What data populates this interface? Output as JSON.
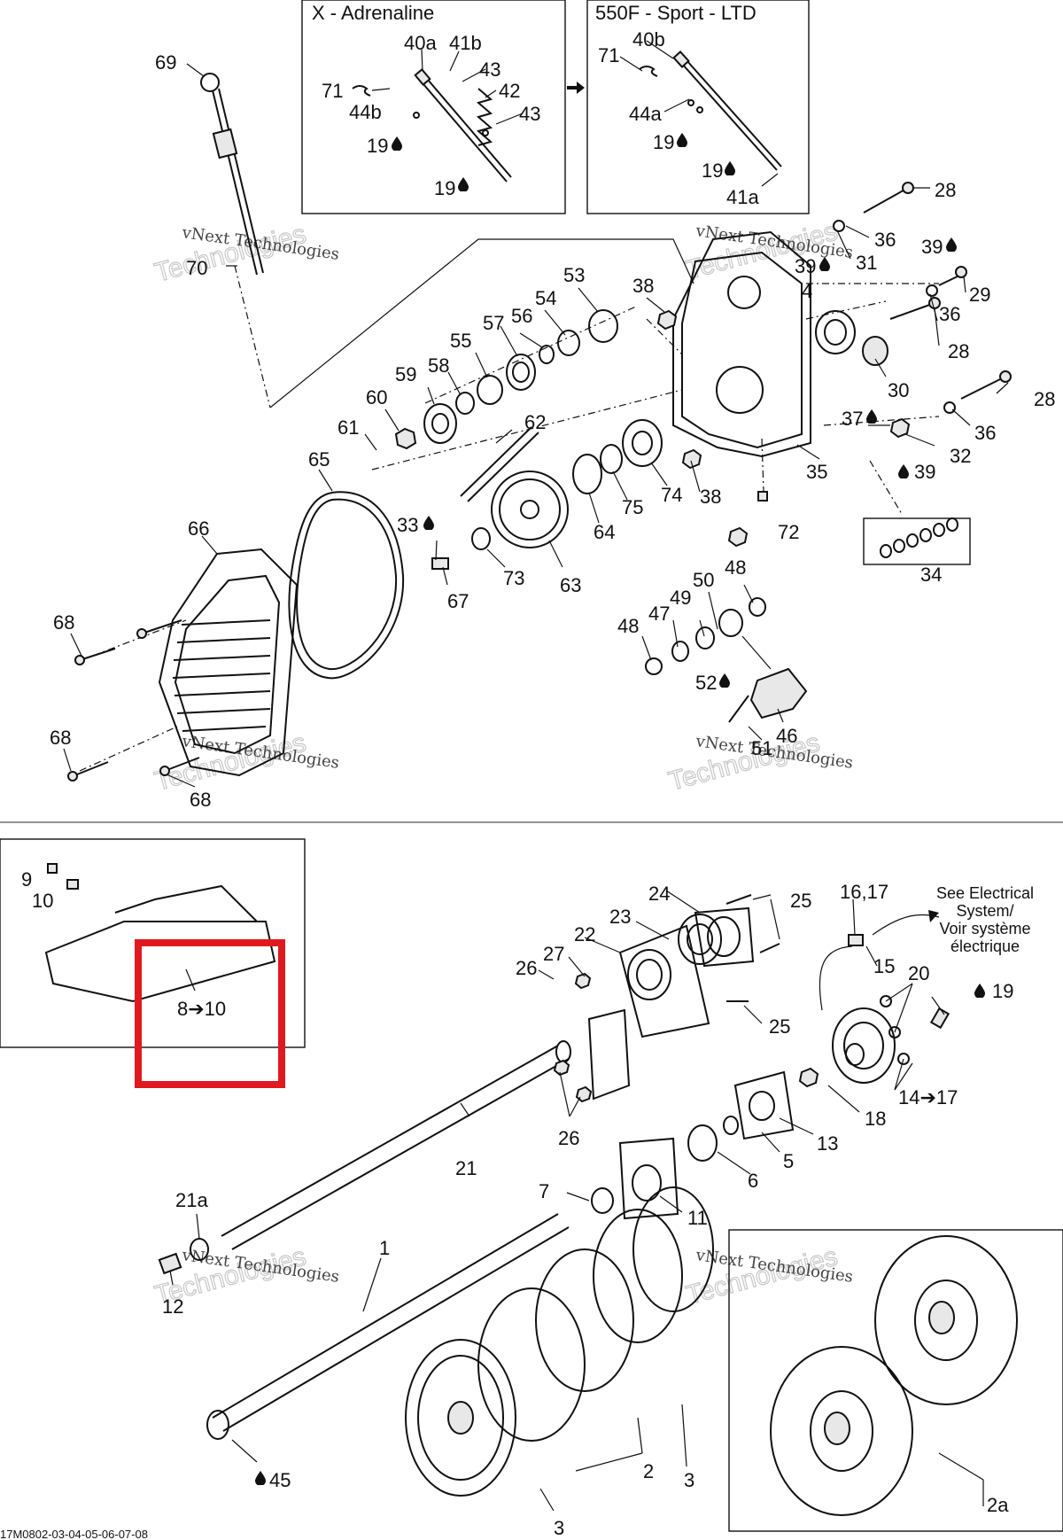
{
  "diagram": {
    "footer_code": "17M0802-03-04-05-06-07-08",
    "watermark_line1": "vNext Technologies",
    "watermark_line2": "Technologies",
    "inset_left_title": "X - Adrenaline",
    "inset_right_title": "550F - Sport - LTD",
    "electrical_note": [
      "See Electrical",
      "System/",
      "Voir système",
      "électrique"
    ],
    "highlight_color": "#e0191e",
    "callouts": {
      "c69": "69",
      "c71a": "71",
      "c40a": "40a",
      "c41b": "41b",
      "c43a": "43",
      "c42": "42",
      "c43b": "43",
      "c44b": "44b",
      "c19a": "19",
      "c19b": "19",
      "c71b": "71",
      "c40b": "40b",
      "c44a": "44a",
      "c19c": "19",
      "c19d": "19",
      "c41a": "41a",
      "c28a": "28",
      "c36a": "36",
      "c31": "31",
      "c39a": "39",
      "c39b": "39",
      "c29": "29",
      "c36b": "36",
      "c28b": "28",
      "c4": "4",
      "c30": "30",
      "c28c": "28",
      "c36c": "36",
      "c37": "37",
      "c32": "32",
      "c39c": "39",
      "c35": "35",
      "c34": "34",
      "c72": "72",
      "c38a": "38",
      "c38b": "38",
      "c53": "53",
      "c54": "54",
      "c57": "57",
      "c56": "56",
      "c55": "55",
      "c59": "59",
      "c58": "58",
      "c60": "60",
      "c61": "61",
      "c62": "62",
      "c65": "65",
      "c74": "74",
      "c75": "75",
      "c64": "64",
      "c63": "63",
      "c73": "73",
      "c33": "33",
      "c67": "67",
      "c66": "66",
      "c68a": "68",
      "c68b": "68",
      "c68c": "68",
      "c70": "70",
      "c48a": "48",
      "c50": "50",
      "c49": "49",
      "c47": "47",
      "c48b": "48",
      "c52": "52",
      "c46": "46",
      "c51": "51",
      "c9": "9",
      "c10": "10",
      "c8to10": "8➔10",
      "c24": "24",
      "c25a": "25",
      "c23": "23",
      "c22": "22",
      "c27": "27",
      "c26a": "26",
      "c25b": "25",
      "c26b": "26",
      "c1617": "16,17",
      "c15": "15",
      "c20": "20",
      "c19e": "19",
      "c14to17": "14➔17",
      "c18": "18",
      "c13": "13",
      "c5": "5",
      "c6": "6",
      "c21": "21",
      "c7": "7",
      "c11": "11",
      "c21a": "21a",
      "c12": "12",
      "c1": "1",
      "c3a": "3",
      "c2": "2",
      "c3b": "3",
      "c45": "45",
      "c2a": "2a"
    }
  }
}
